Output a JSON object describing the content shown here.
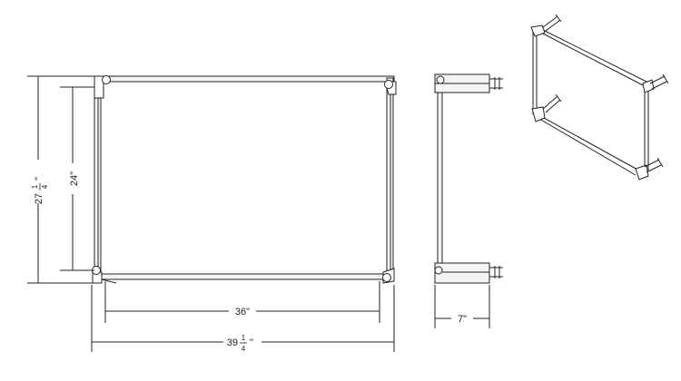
{
  "dimensions": {
    "height_outer": {
      "whole": "27",
      "num": "1",
      "den": "4",
      "unit": "\""
    },
    "height_inner": "24\"",
    "width_inner": "36\"",
    "width_outer": {
      "whole": "39",
      "num": "1",
      "den": "4",
      "unit": "\""
    },
    "depth": "7\""
  },
  "colors": {
    "line": "#222222",
    "frame_fill": "#f4f4f4"
  }
}
